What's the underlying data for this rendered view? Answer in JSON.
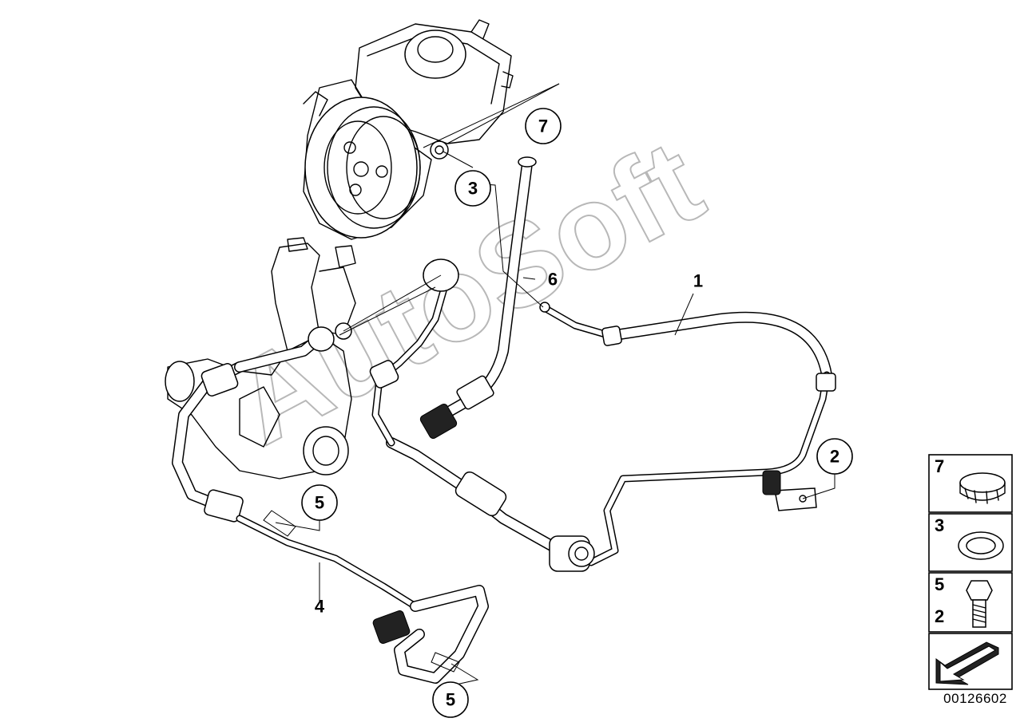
{
  "callouts": {
    "c7": "7",
    "c3": "3",
    "c6": "6",
    "c1": "1",
    "c2": "2",
    "c5a": "5",
    "c4": "4",
    "c5b": "5"
  },
  "watermark": "AutoSoft",
  "legend_panel": {
    "row1": "7",
    "row2": "3",
    "row3a": "5",
    "row3b": "2"
  },
  "diagram_number": "00126602"
}
